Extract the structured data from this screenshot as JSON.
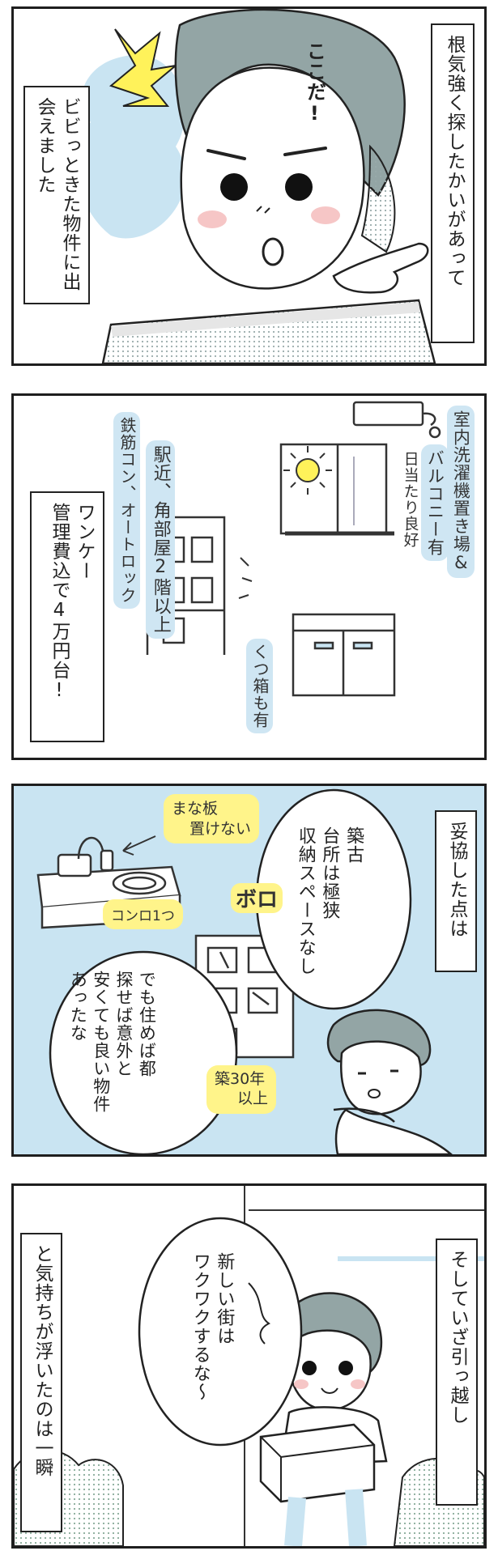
{
  "colors": {
    "skyBlue": "#c9e4f2",
    "highlightBlue": "#cfe6f3",
    "yellow": "#fff48a",
    "hair": "#93a5a5",
    "blush": "#f6c6c6",
    "ink": "#1e1e1e"
  },
  "panel1": {
    "caption_right": "根気強く探したかいがあって",
    "caption_left": "ビビっときた物件に出会えました",
    "speech": "ここだ!"
  },
  "panel2": {
    "caption": [
      "ワンケー",
      "管理費込で4万円台!"
    ],
    "note_station": "駅近、角部屋2階以上",
    "note_rc": "鉄筋コン、オートロック",
    "note_laundry": "室内洗濯機置き場&",
    "note_balcony": "バルコニー有",
    "note_sun": "日当たり良好",
    "note_shoes": "くつ箱も有"
  },
  "panel3": {
    "caption": "妥協した点は",
    "bubble": [
      "築古",
      "台所は極狭",
      "収納スペースなし"
    ],
    "note_board": [
      "まな板",
      "置けない"
    ],
    "note_stove": "コンロ1つ",
    "note_boro": "ボロ",
    "note_age": [
      "築30年",
      "以上"
    ],
    "thought": [
      "でも住めば都",
      "探せば意外と",
      "安くても良い物件",
      "あったな"
    ]
  },
  "panel4": {
    "caption_right": "そしていざ引っ越し",
    "caption_left": "と気持ちが浮いたのは一瞬",
    "bubble": [
      "新しい街は",
      "ワクワクするな〜"
    ]
  }
}
